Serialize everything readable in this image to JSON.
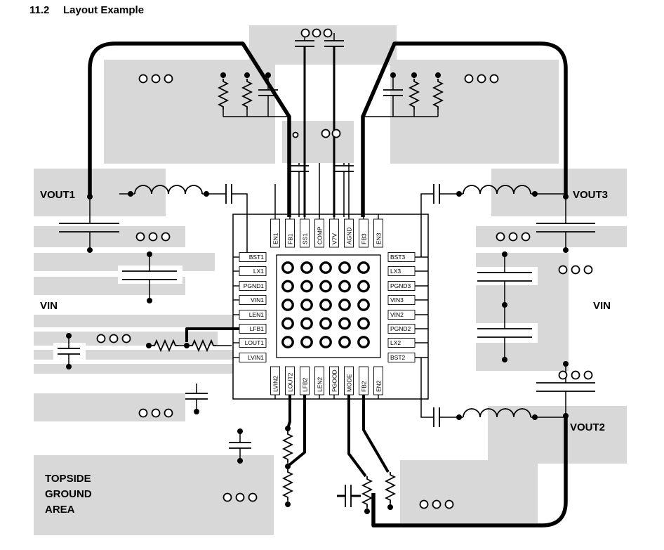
{
  "title": {
    "number": "11.2",
    "text": "Layout Example"
  },
  "labels": {
    "vout1": "VOUT1",
    "vout3": "VOUT3",
    "vin_left": "VIN",
    "vin_right": "VIN",
    "vout2": "VOUT2",
    "topside_ground_area": [
      "TOPSIDE",
      "GROUND",
      "AREA"
    ]
  },
  "chip": {
    "pins": {
      "top": [
        "EN1",
        "FB1",
        "SS1",
        "COMP",
        "V7V",
        "AGND",
        "FB3",
        "EN3"
      ],
      "left": [
        "BST1",
        "LX1",
        "PGND1",
        "VIN1",
        "LEN1",
        "LFB1",
        "LOUT1",
        "LVIN1"
      ],
      "right": [
        "BST3",
        "LX3",
        "PGND3",
        "VIN3",
        "VIN2",
        "PGND2",
        "LX2",
        "BST2"
      ],
      "bottom": [
        "LVIN2",
        "LOUT2",
        "LFB2",
        "LEN2",
        "PGOOD",
        "MODE",
        "FB2",
        "EN2"
      ]
    },
    "thermal_via_grid": {
      "rows": 5,
      "cols": 5
    }
  },
  "colors": {
    "copper_pour": "#d8d8d8",
    "trace": "#000000",
    "background": "#ffffff"
  },
  "symbols": {
    "open_circle": "via",
    "filled_dot": "junction",
    "zigzag": "resistor",
    "arc_series": "inductor",
    "parallel_plates": "capacitor"
  }
}
